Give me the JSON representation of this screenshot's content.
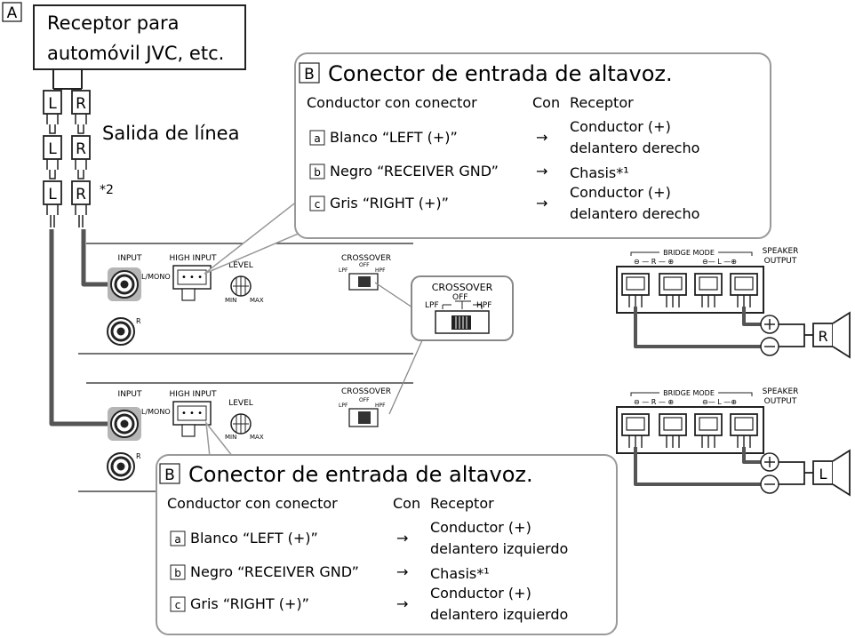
{
  "section_letter": "A",
  "source": {
    "line1": "Receptor para",
    "line2": "automóvil JVC, etc."
  },
  "line_output_label": "Salida de línea",
  "plug_letters": {
    "left": "L",
    "right": "R"
  },
  "footnote_mark": "*2",
  "callout_top": {
    "letter": "B",
    "title": "Conector de entrada de altavoz.",
    "col_conductor": "Conductor con conector",
    "col_con": "Con",
    "col_receptor": "Receptor",
    "rows": [
      {
        "key": "a",
        "wire": "Blanco “LEFT (+)”",
        "dest1": "Conductor (+)",
        "dest2": "delantero derecho"
      },
      {
        "key": "b",
        "wire": "Negro “RECEIVER GND”",
        "dest1": "Chasis*¹",
        "dest2": ""
      },
      {
        "key": "c",
        "wire": "Gris “RIGHT (+)”",
        "dest1": "Conductor (+)",
        "dest2": "delantero derecho"
      }
    ]
  },
  "callout_bottom": {
    "letter": "B",
    "title": "Conector de entrada de altavoz.",
    "col_conductor": "Conductor con conector",
    "col_con": "Con",
    "col_receptor": "Receptor",
    "rows": [
      {
        "key": "a",
        "wire": "Blanco “LEFT (+)”",
        "dest1": "Conductor (+)",
        "dest2": "delantero izquierdo"
      },
      {
        "key": "b",
        "wire": "Negro “RECEIVER GND”",
        "dest1": "Chasis*¹",
        "dest2": ""
      },
      {
        "key": "c",
        "wire": "Gris “RIGHT (+)”",
        "dest1": "Conductor (+)",
        "dest2": "delantero izquierdo"
      }
    ]
  },
  "arrow_glyph": "→",
  "panel_labels": {
    "input": "INPUT",
    "high_input": "HIGH INPUT",
    "level": "LEVEL",
    "min": "MIN",
    "max": "MAX",
    "l_mono": "L/MONO",
    "r": "R",
    "crossover": "CROSSOVER",
    "lpf": "LPF",
    "off": "OFF",
    "hpf": "HPF",
    "bridge_mode": "BRIDGE MODE",
    "speaker_output_1": "SPEAKER",
    "speaker_output_2": "OUTPUT"
  },
  "speaker_letters": {
    "top": "R",
    "bottom": "L"
  },
  "colors": {
    "wire": "#555555",
    "highlight": "#b5b5b5",
    "line": "#222222"
  }
}
